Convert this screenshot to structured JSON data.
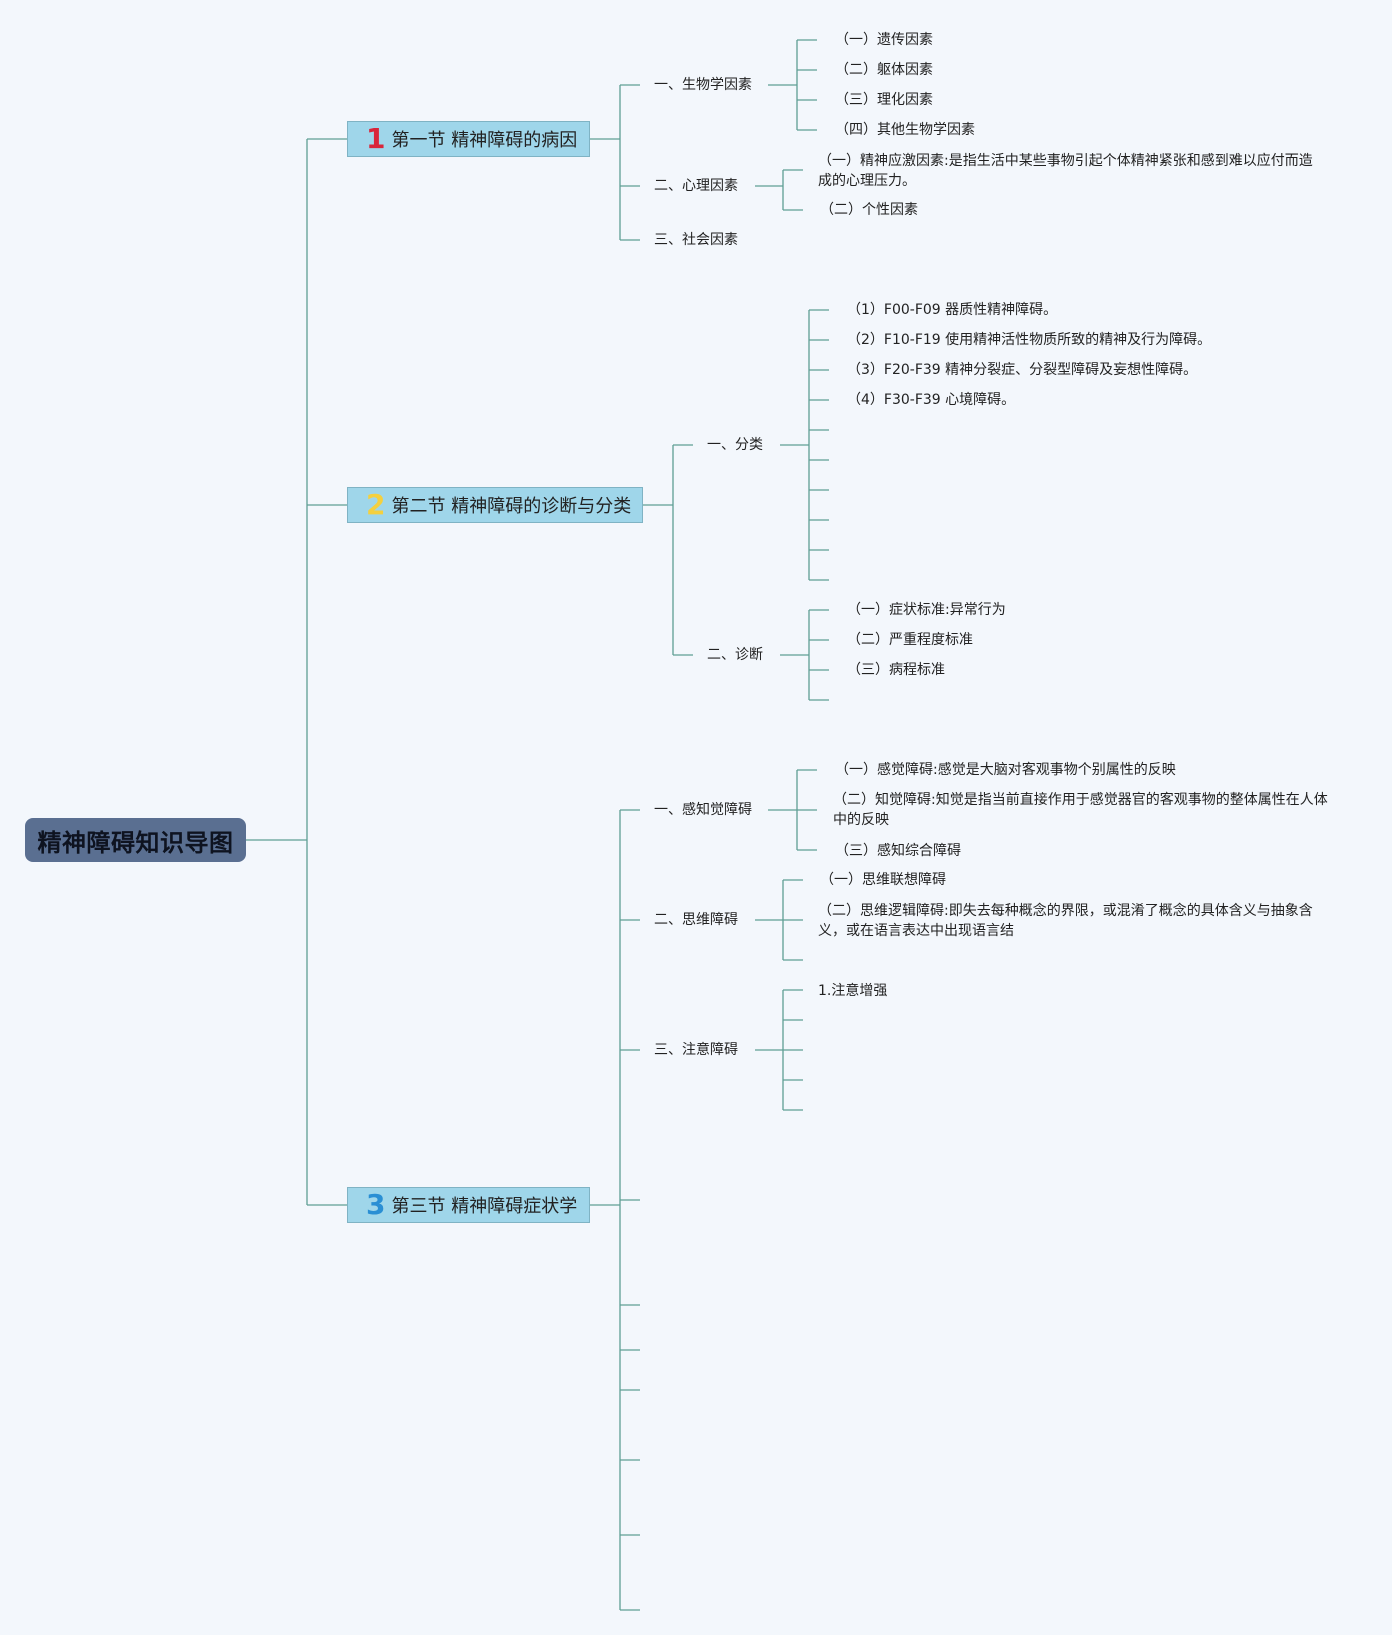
{
  "root": "精神障碍知识导图",
  "colors": {
    "line": "#5f9e94",
    "section_bg": "#9fd6ea",
    "root_bg": "#5a6f91"
  },
  "sections": [
    {
      "num": "1",
      "num_color": "#d9263b",
      "title": "第一节 精神障碍的病因",
      "branches": [
        {
          "label": "一、生物学因素",
          "items": [
            "（一）遗传因素",
            "（二）躯体因素",
            "（三）理化因素",
            "（四）其他生物学因素"
          ]
        },
        {
          "label": "二、心理因素",
          "items": [
            "（一）精神应激因素:是指生活中某些事物引起个体精神紧张和感到难以应付而造成的心理压力。",
            "（二）个性因素"
          ]
        },
        {
          "label": "三、社会因素",
          "items": []
        }
      ]
    },
    {
      "num": "2",
      "num_color": "#f4d03f",
      "title": "第二节 精神障碍的诊断与分类",
      "branches": [
        {
          "label": "一、分类",
          "items": [
            "（1）F00-F09 器质性精神障碍。",
            "（2）F10-F19 使用精神活性物质所致的精神及行为障碍。",
            "（3）F20-F39 精神分裂症、分裂型障碍及妄想性障碍。",
            "（4）F30-F39 心境障碍。"
          ]
        },
        {
          "label": "二、诊断",
          "items": [
            "（一）症状标准:异常行为",
            "（二）严重程度标准",
            "（三）病程标准"
          ]
        }
      ]
    },
    {
      "num": "3",
      "num_color": "#2a8fd4",
      "title": "第三节 精神障碍症状学",
      "branches": [
        {
          "label": "一、感知觉障碍",
          "items": [
            "（一）感觉障碍:感觉是大脑对客观事物个别属性的反映",
            "（二）知觉障碍:知觉是指当前直接作用于感觉器官的客观事物的整体属性在人体中的反映",
            "（三）感知综合障碍"
          ]
        },
        {
          "label": "二、思维障碍",
          "items": [
            "（一）思维联想障碍",
            "（二）思维逻辑障碍:即失去每种概念的界限，或混淆了概念的具体含义与抽象含义，或在语言表达中出现语言结"
          ]
        },
        {
          "label": "三、注意障碍",
          "items": [
            "1.注意增强"
          ]
        }
      ]
    }
  ]
}
